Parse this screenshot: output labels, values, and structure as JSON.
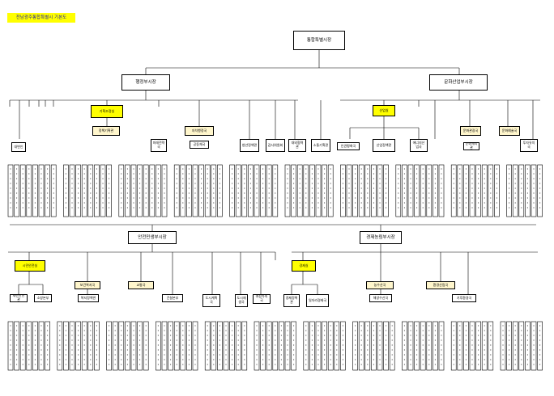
{
  "title": "전남광주통합특별시 기본도",
  "diagram": {
    "top": {
      "root": "통합특별시장",
      "deputies": [
        "행정부시장",
        "문화산업부시장"
      ],
      "main_units": [
        "기획조정실",
        "산업실"
      ],
      "sub_units": [
        "정책기획관",
        "자치행정국",
        "문화관광국",
        "문화체육관",
        "미래전략국",
        "공동체국",
        "청년정책관",
        "감사위원회",
        "대변인",
        "대외협력관",
        "소통기획관",
        "인권평화국",
        "산업정책관",
        "에너지산업국",
        "투자유치국",
        "문화예술국"
      ]
    },
    "bottom": {
      "deputies": [
        "안전민생부시장",
        "경제농림부시장"
      ],
      "main_units": [
        "시민안전실",
        "경제실"
      ],
      "sub_units": [
        "재난안전관",
        "소방본부",
        "보건복지국",
        "복지정책관",
        "교통국",
        "도시계획국",
        "건설본부",
        "도시재생국",
        "여성가족국",
        "경제정책관",
        "일자리경제국",
        "농수산국",
        "해양수산국",
        "환경산림국",
        "기후환경국"
      ]
    }
  },
  "colors": {
    "highlight": "#ffff00",
    "pale": "#fff6cc",
    "line": "#000000",
    "title_text": "#1a1aa0"
  }
}
